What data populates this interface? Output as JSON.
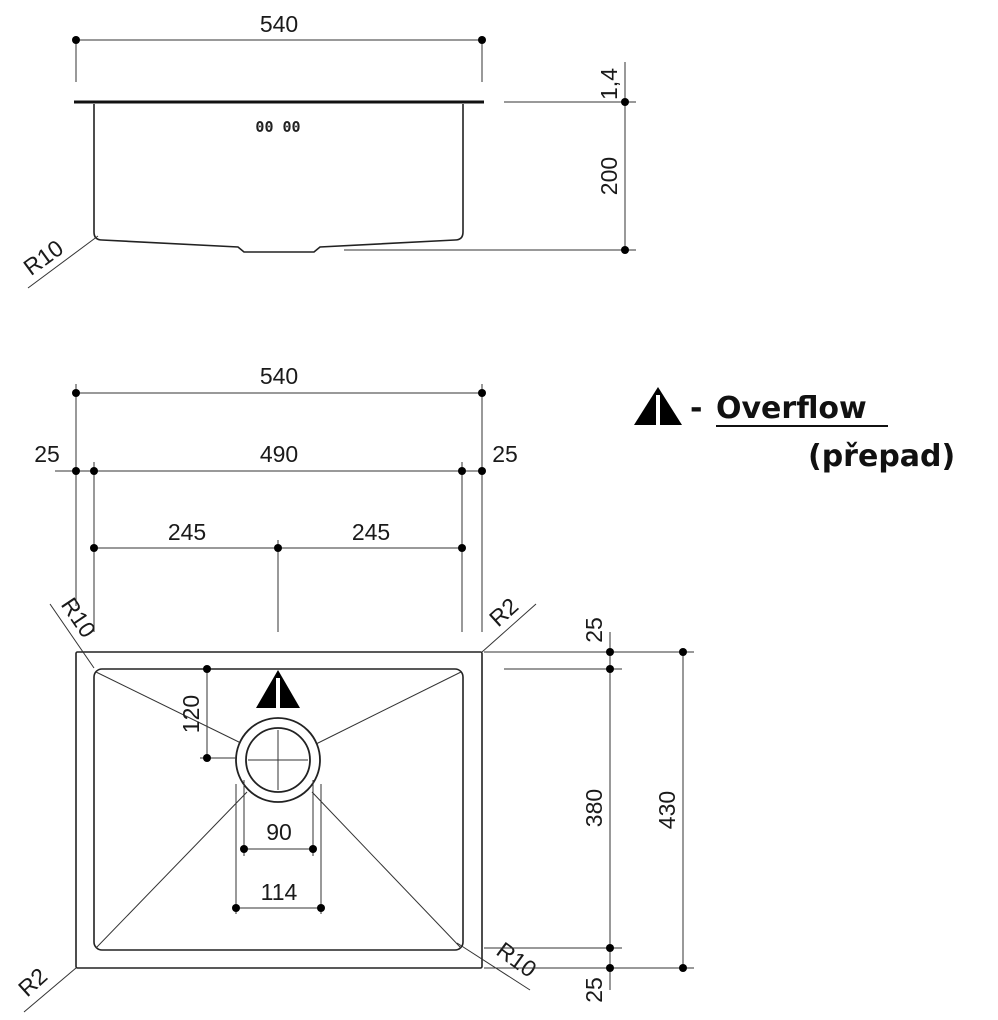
{
  "colors": {
    "line": "#222222",
    "dot": "#000000",
    "background": "#ffffff",
    "text": "#1a1a1a"
  },
  "side_view": {
    "width_label": "540",
    "rim_label": "1,4",
    "depth_label": "200",
    "radius_label": "R10",
    "overflow_slots_label": "00 00"
  },
  "top_view": {
    "outer_width_label": "540",
    "inner_width_label": "490",
    "left_rim_label": "25",
    "right_rim_label": "25",
    "half_left_label": "245",
    "half_right_label": "245",
    "corner_top_left_label": "R10",
    "corner_top_right_label": "R2",
    "corner_bottom_left_label": "R2",
    "corner_bottom_right_label": "R10",
    "drain_offset_label": "120",
    "drain_inner_label": "90",
    "drain_outer_label": "114",
    "top_rim_label": "25",
    "bottom_rim_label": "25",
    "inner_depth_label": "380",
    "outer_depth_label": "430"
  },
  "legend": {
    "icon": "warning-triangle-icon",
    "dash": "-",
    "label": "Overflow",
    "sublabel": "(přepad)"
  }
}
